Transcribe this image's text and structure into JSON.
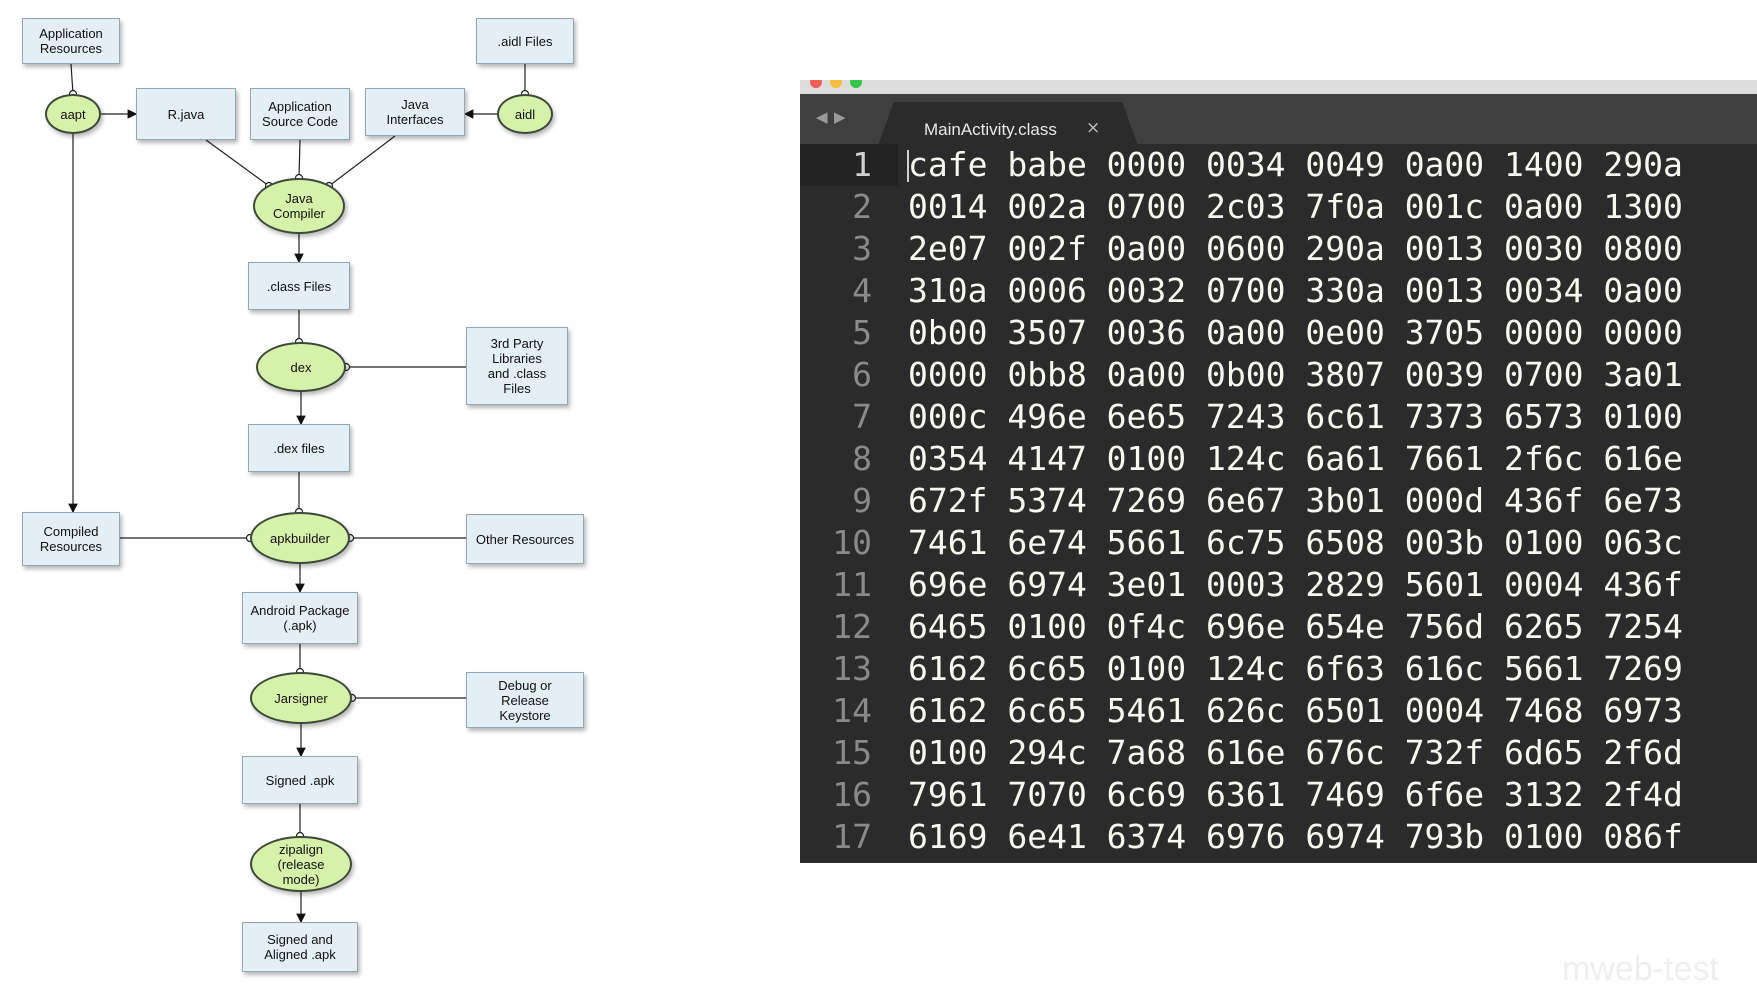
{
  "diagram": {
    "nodes": [
      {
        "id": "app_res",
        "kind": "box",
        "label": "Application\nResources"
      },
      {
        "id": "aidl_files",
        "kind": "box",
        "label": ".aidl Files"
      },
      {
        "id": "aapt",
        "kind": "oval",
        "label": "aapt"
      },
      {
        "id": "rjava",
        "kind": "box",
        "label": "R.java"
      },
      {
        "id": "app_src",
        "kind": "box",
        "label": "Application\nSource Code"
      },
      {
        "id": "java_if",
        "kind": "box",
        "label": "Java\nInterfaces"
      },
      {
        "id": "aidl",
        "kind": "oval",
        "label": "aidl"
      },
      {
        "id": "javac",
        "kind": "oval",
        "label": "Java\nCompiler"
      },
      {
        "id": "classfiles",
        "kind": "box",
        "label": ".class Files"
      },
      {
        "id": "dex",
        "kind": "oval",
        "label": "dex"
      },
      {
        "id": "thirdparty",
        "kind": "box",
        "label": "3rd Party\nLibraries\nand .class\nFiles"
      },
      {
        "id": "dexfiles",
        "kind": "box",
        "label": ".dex files"
      },
      {
        "id": "compiled_res",
        "kind": "box",
        "label": "Compiled\nResources"
      },
      {
        "id": "apkbuilder",
        "kind": "oval",
        "label": "apkbuilder"
      },
      {
        "id": "other_res",
        "kind": "box",
        "label": "Other Resources"
      },
      {
        "id": "apk",
        "kind": "box",
        "label": "Android Package\n(.apk)"
      },
      {
        "id": "jarsigner",
        "kind": "oval",
        "label": "Jarsigner"
      },
      {
        "id": "keystore",
        "kind": "box",
        "label": "Debug or\nRelease\nKeystore"
      },
      {
        "id": "signed",
        "kind": "box",
        "label": "Signed .apk"
      },
      {
        "id": "zipalign",
        "kind": "oval",
        "label": "zipalign\n(release\nmode)"
      },
      {
        "id": "signed_aligned",
        "kind": "box",
        "label": "Signed and\nAligned .apk"
      }
    ]
  },
  "editor": {
    "tab_label": "MainActivity.class",
    "close_glyph": "×",
    "back_glyph": "◀",
    "forward_glyph": "▶",
    "colors": {
      "background": "#2b2b2b",
      "tabbar": "#3f3f3f",
      "text": "#f8f8f2",
      "gutter": "#8a8a8a"
    },
    "lines": [
      {
        "n": "1",
        "text": "cafe babe 0000 0034 0049 0a00 1400 290a"
      },
      {
        "n": "2",
        "text": "0014 002a 0700 2c03 7f0a 001c 0a00 1300"
      },
      {
        "n": "3",
        "text": "2e07 002f 0a00 0600 290a 0013 0030 0800"
      },
      {
        "n": "4",
        "text": "310a 0006 0032 0700 330a 0013 0034 0a00"
      },
      {
        "n": "5",
        "text": "0b00 3507 0036 0a00 0e00 3705 0000 0000"
      },
      {
        "n": "6",
        "text": "0000 0bb8 0a00 0b00 3807 0039 0700 3a01"
      },
      {
        "n": "7",
        "text": "000c 496e 6e65 7243 6c61 7373 6573 0100"
      },
      {
        "n": "8",
        "text": "0354 4147 0100 124c 6a61 7661 2f6c 616e"
      },
      {
        "n": "9",
        "text": "672f 5374 7269 6e67 3b01 000d 436f 6e73"
      },
      {
        "n": "10",
        "text": "7461 6e74 5661 6c75 6508 003b 0100 063c"
      },
      {
        "n": "11",
        "text": "696e 6974 3e01 0003 2829 5601 0004 436f"
      },
      {
        "n": "12",
        "text": "6465 0100 0f4c 696e 654e 756d 6265 7254"
      },
      {
        "n": "13",
        "text": "6162 6c65 0100 124c 6f63 616c 5661 7269"
      },
      {
        "n": "14",
        "text": "6162 6c65 5461 626c 6501 0004 7468 6973"
      },
      {
        "n": "15",
        "text": "0100 294c 7a68 616e 676c 732f 6d65 2f6d"
      },
      {
        "n": "16",
        "text": "7961 7070 6c69 6361 7469 6f6e 3132 2f4d"
      },
      {
        "n": "17",
        "text": "6169 6e41 6374 6976 6974 793b 0100 086f"
      }
    ]
  },
  "watermark": "mweb-test"
}
